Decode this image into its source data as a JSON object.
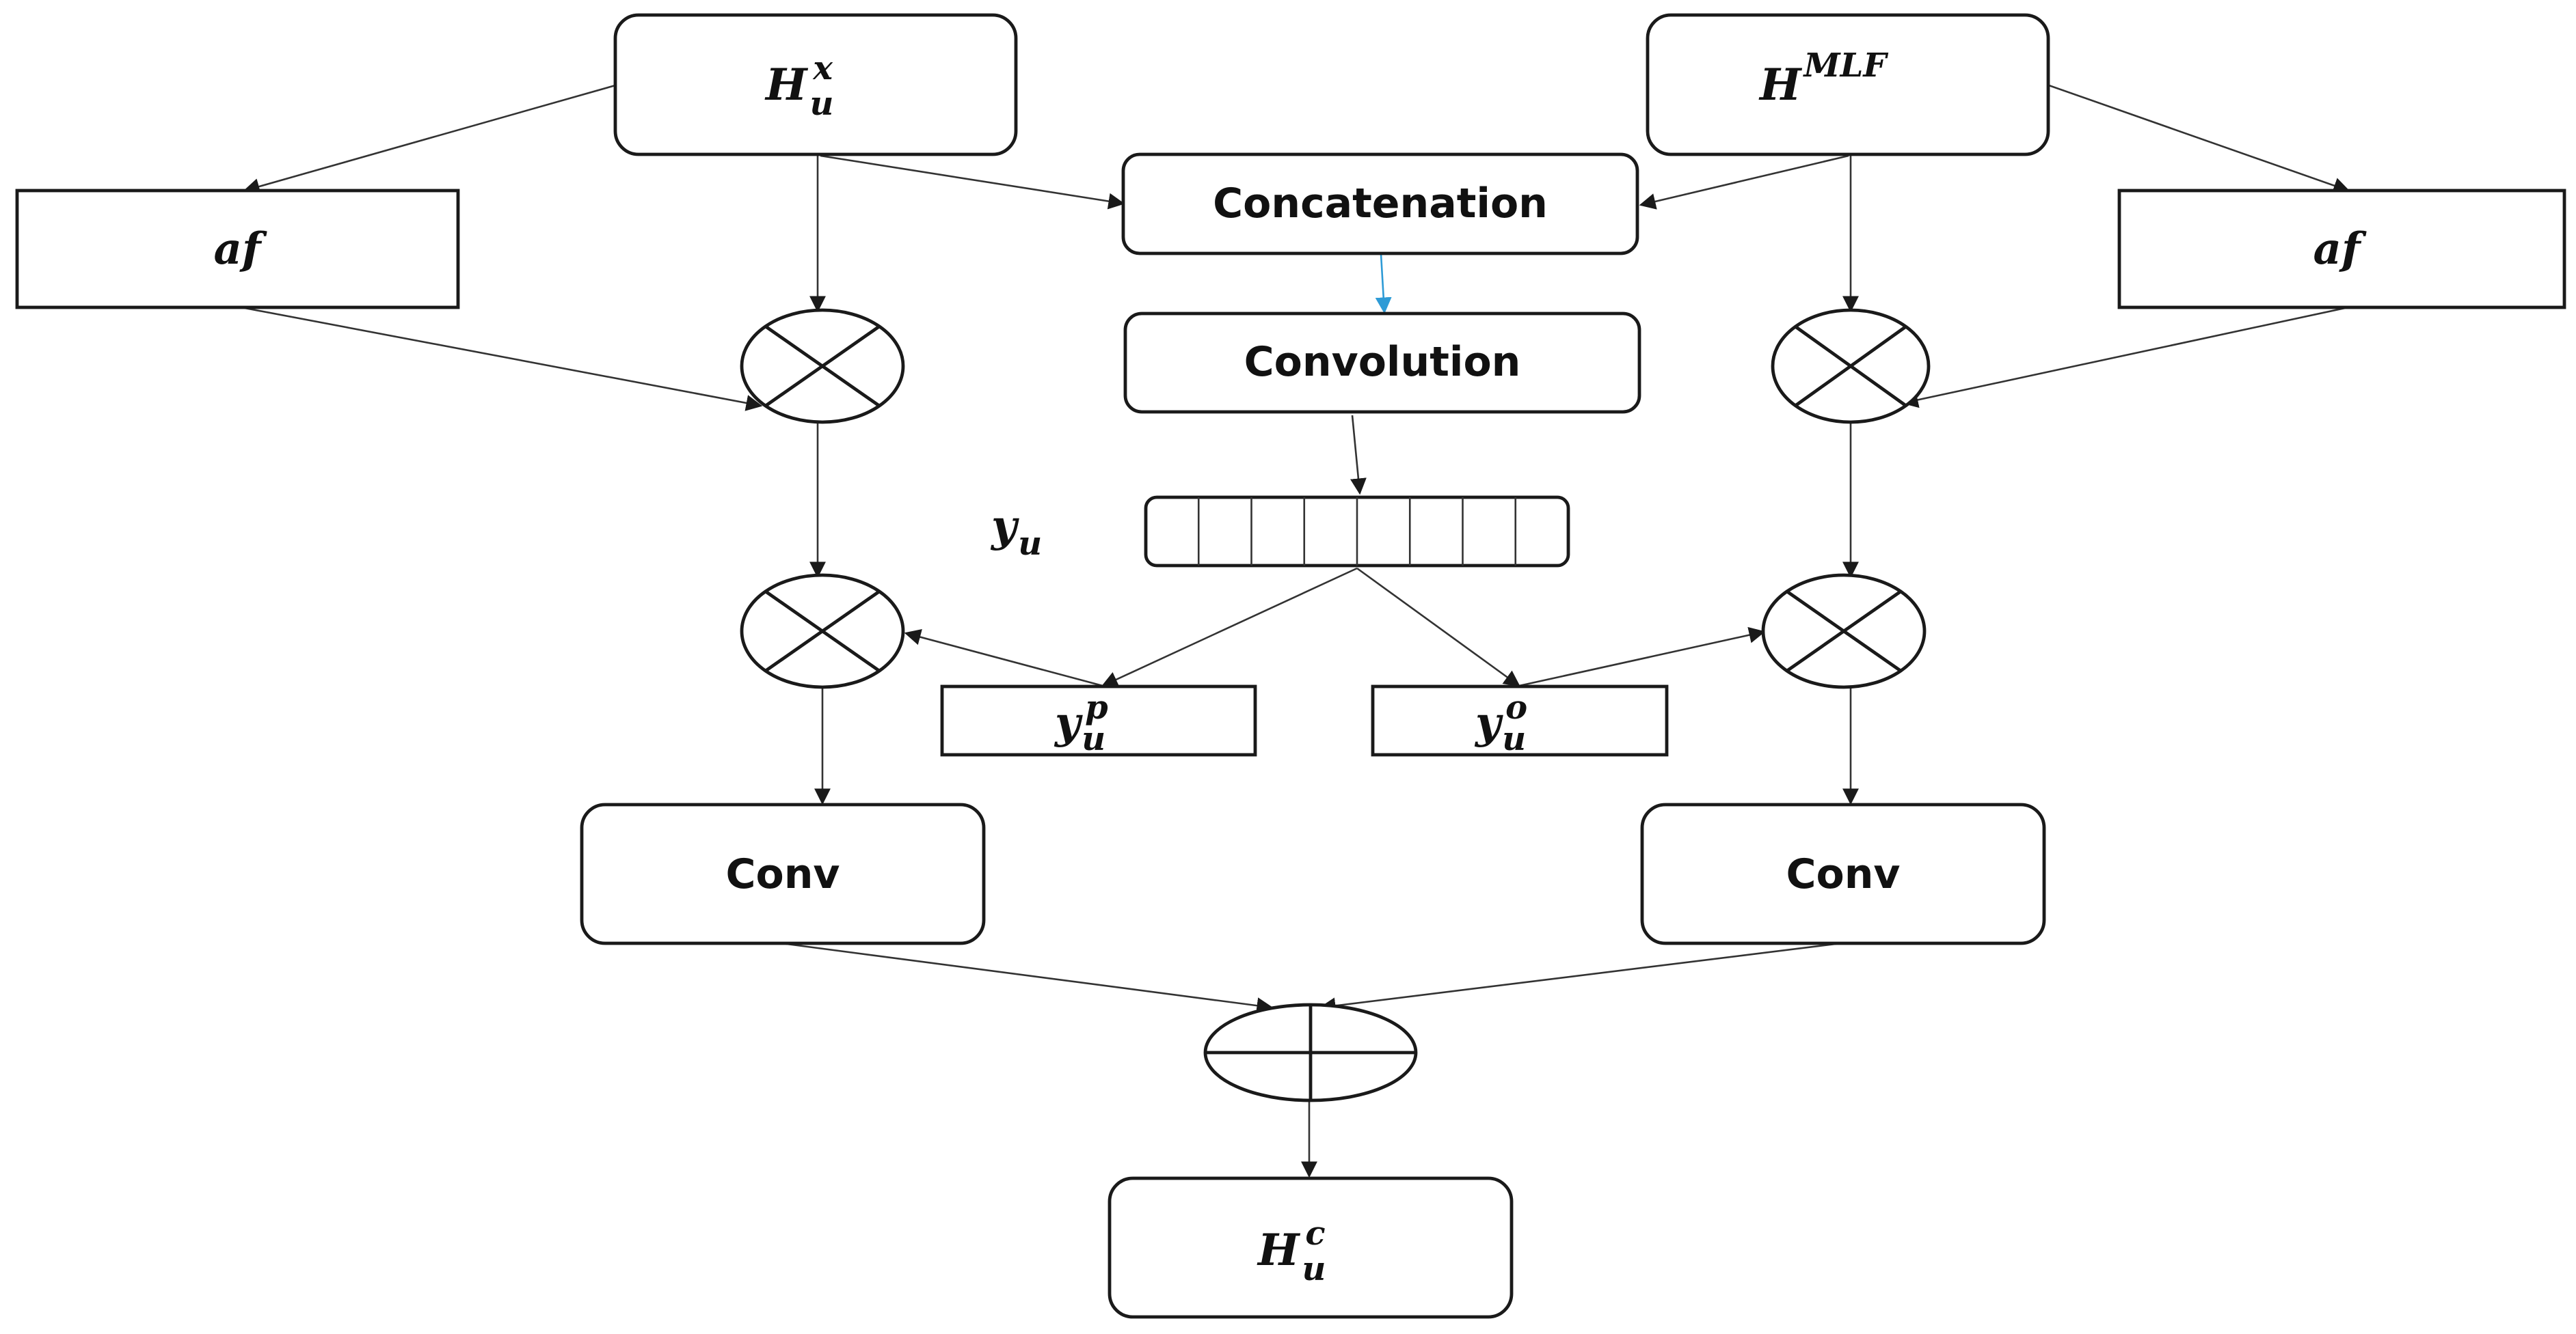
{
  "nodes": {
    "h_u_x": {
      "base": "H",
      "sub": "u",
      "sup": "x"
    },
    "h_mlf": {
      "base": "H",
      "sup": "MLF"
    },
    "af_left": {
      "text": "af"
    },
    "af_right": {
      "text": "af"
    },
    "concatenation": {
      "label": "Concatenation"
    },
    "convolution": {
      "label": "Convolution"
    },
    "y_u": {
      "base": "y",
      "sub": "u",
      "cell_count": 8
    },
    "y_u_p": {
      "base": "y",
      "sub": "u",
      "sup": "p"
    },
    "y_u_o": {
      "base": "y",
      "sub": "u",
      "sup": "o"
    },
    "conv_left": {
      "label": "Conv"
    },
    "conv_right": {
      "label": "Conv"
    },
    "h_u_c": {
      "base": "H",
      "sub": "u",
      "sup": "c"
    }
  },
  "operators": {
    "multiply": "⊗",
    "add": "⊕"
  },
  "colors": {
    "stroke": "#1a1a1a",
    "connector": "#333333",
    "highlight_arrow": "#2e9bd6"
  }
}
